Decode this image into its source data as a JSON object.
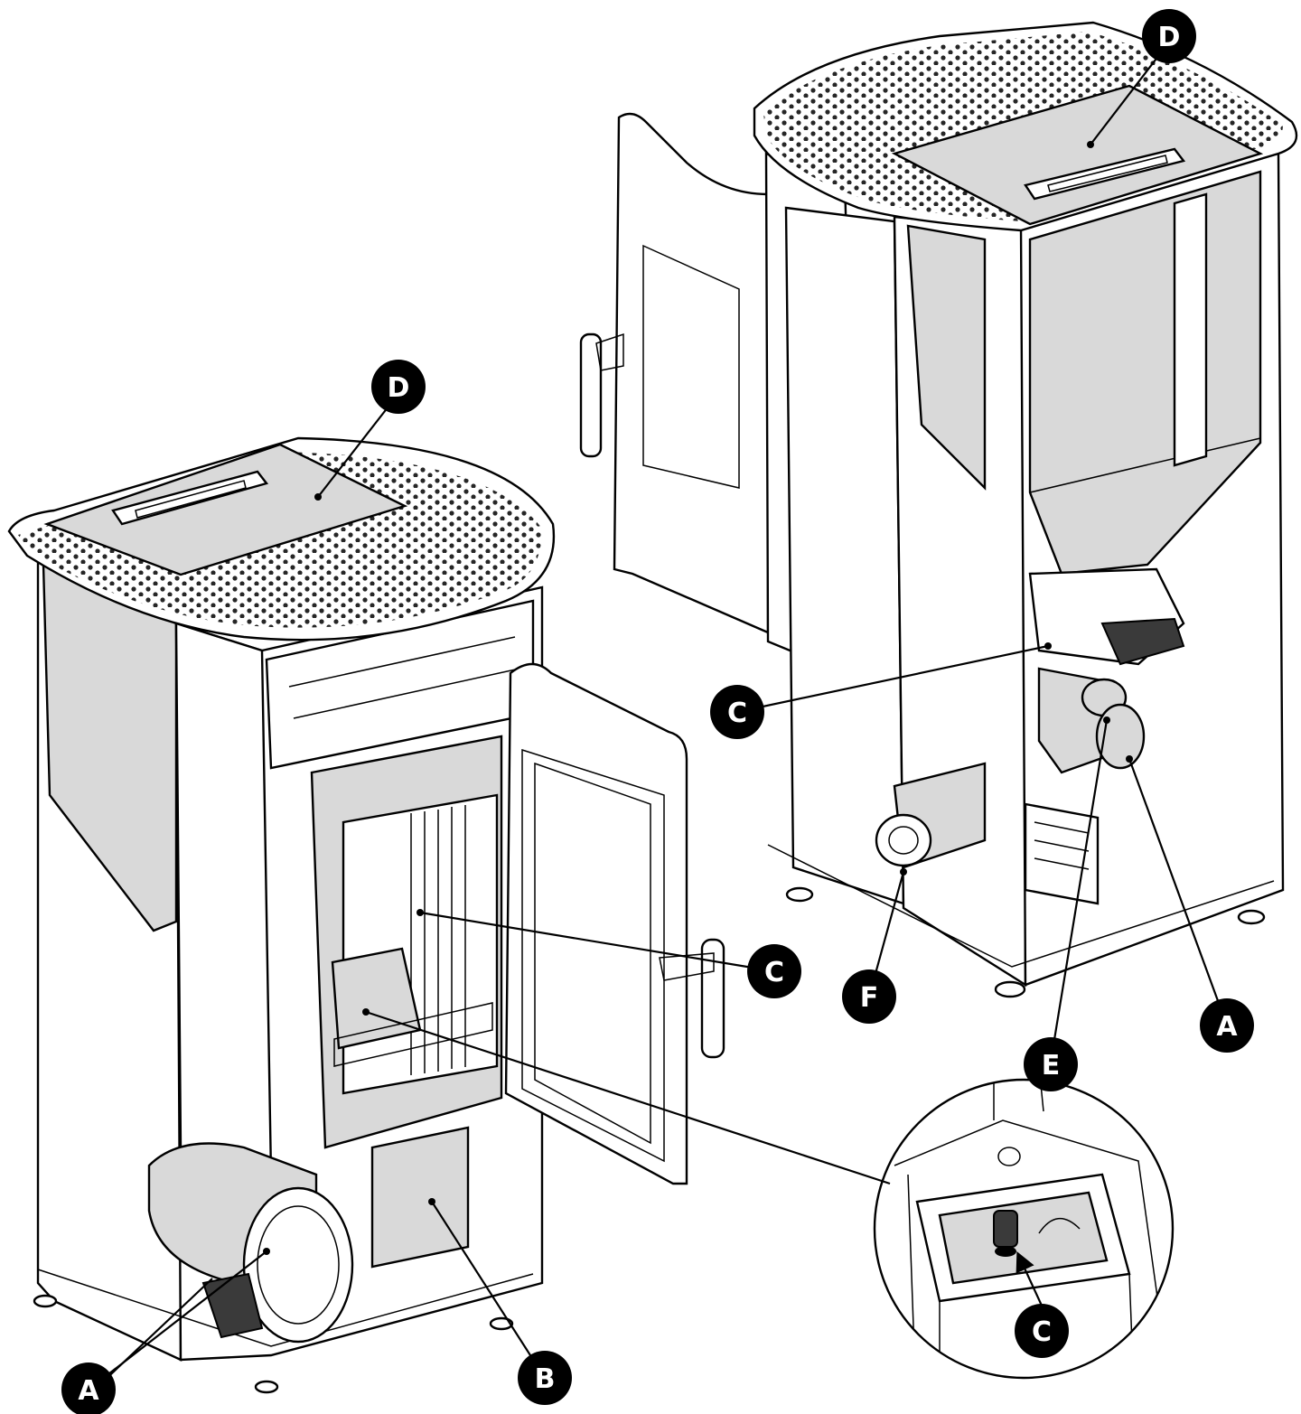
{
  "callouts": {
    "d_left": "D",
    "d_right": "D",
    "c_left": "C",
    "c_right": "C",
    "c_detail": "C",
    "a_left": "A",
    "a_right": "A",
    "b": "B",
    "e": "E",
    "f": "F"
  },
  "colors": {
    "line": "#000000",
    "panel": "#d9d9d9",
    "callout_fill": "#000000",
    "callout_text": "#ffffff"
  }
}
